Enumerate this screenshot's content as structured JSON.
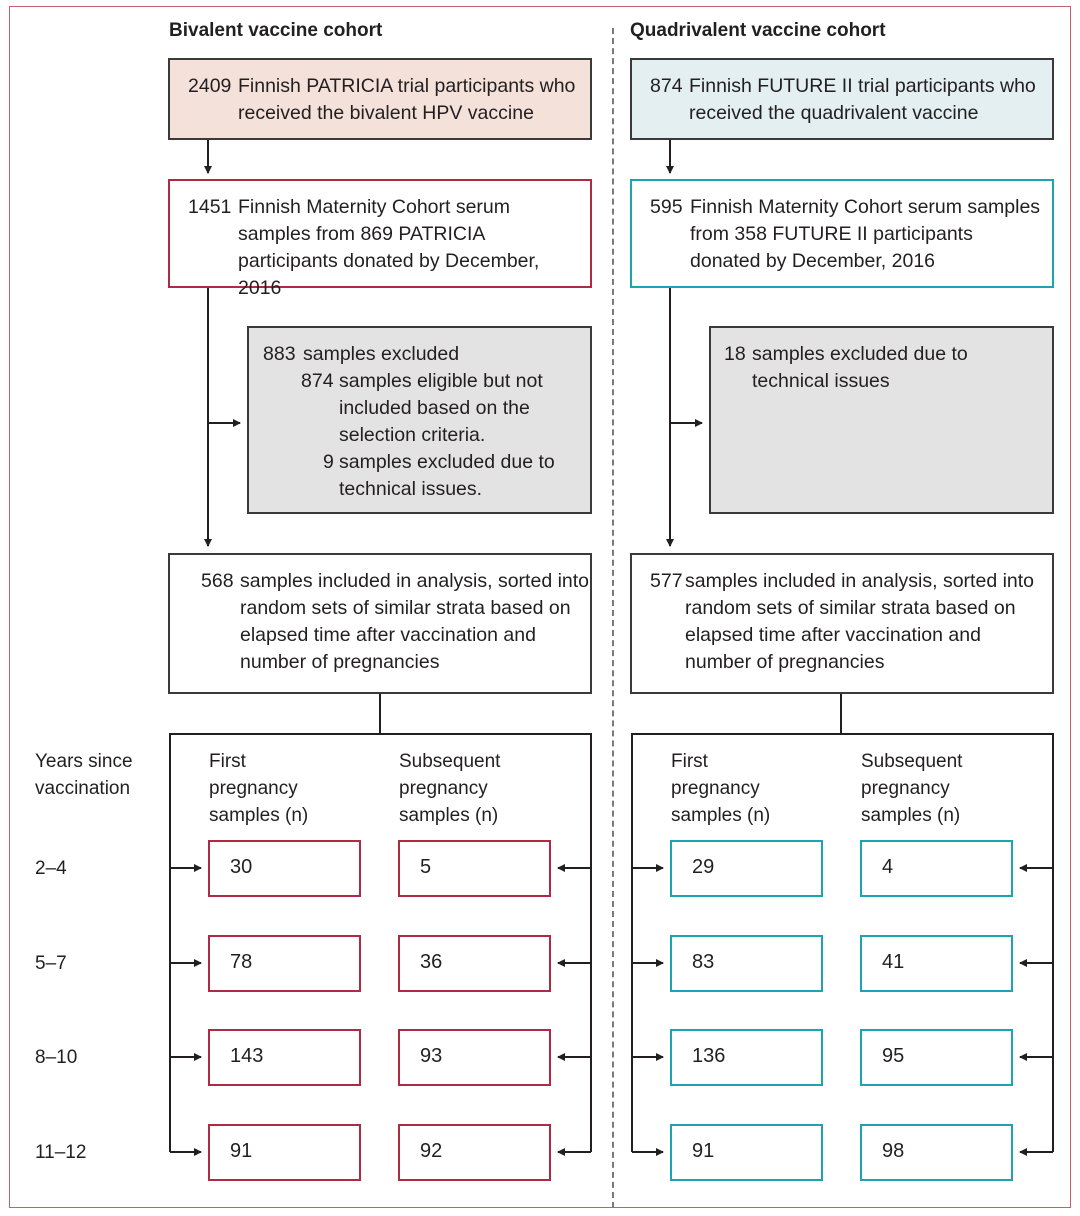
{
  "headers": {
    "bivalent": "Bivalent vaccine cohort",
    "quadrivalent": "Quadrivalent vaccine cohort"
  },
  "bivalent": {
    "top": {
      "num": "2409",
      "text": "Finnish PATRICIA trial participants who received the bivalent HPV vaccine"
    },
    "serum": {
      "num": "1451",
      "text": "Finnish Maternity Cohort serum samples from 869 PATRICIA participants donated by December, 2016"
    },
    "excluded": {
      "num": "883",
      "text": "samples excluded",
      "sub1_num": "874",
      "sub1_text": "samples eligible but not included based on the selection criteria.",
      "sub2_num": "9",
      "sub2_text": "samples excluded due to technical issues."
    },
    "included": {
      "num": "568",
      "text": "samples included in analysis, sorted into random sets of similar strata based on elapsed time after vaccination and number of pregnancies"
    },
    "first_values": [
      "30",
      "78",
      "143",
      "91"
    ],
    "subsequent_values": [
      "5",
      "36",
      "93",
      "92"
    ]
  },
  "quadrivalent": {
    "top": {
      "num": "874",
      "text": "Finnish FUTURE II trial participants who received the quadrivalent vaccine"
    },
    "serum": {
      "num": "595",
      "text": "Finnish Maternity Cohort serum samples from 358 FUTURE II participants donated by December, 2016"
    },
    "excluded": {
      "num": "18",
      "text": "samples excluded due to technical issues"
    },
    "included": {
      "num": "577",
      "text": "samples included in analysis, sorted into random sets of similar strata based on elapsed time after vaccination and number of pregnancies"
    },
    "first_values": [
      "29",
      "83",
      "136",
      "91"
    ],
    "subsequent_values": [
      "4",
      "41",
      "95",
      "98"
    ]
  },
  "columns": {
    "years_header": "Years since vaccination",
    "first_header": "First pregnancy samples (n)",
    "subsequent_header": "Subsequent pregnancy samples (n)"
  },
  "years": [
    "2–4",
    "5–7",
    "8–10",
    "11–12"
  ],
  "colors": {
    "bivalent": "#b02a46",
    "quadrivalent": "#1ea3b5",
    "pink_fill": "#f4e1da",
    "blue_fill": "#e3eff0",
    "grey_fill": "#e3e3e3"
  }
}
